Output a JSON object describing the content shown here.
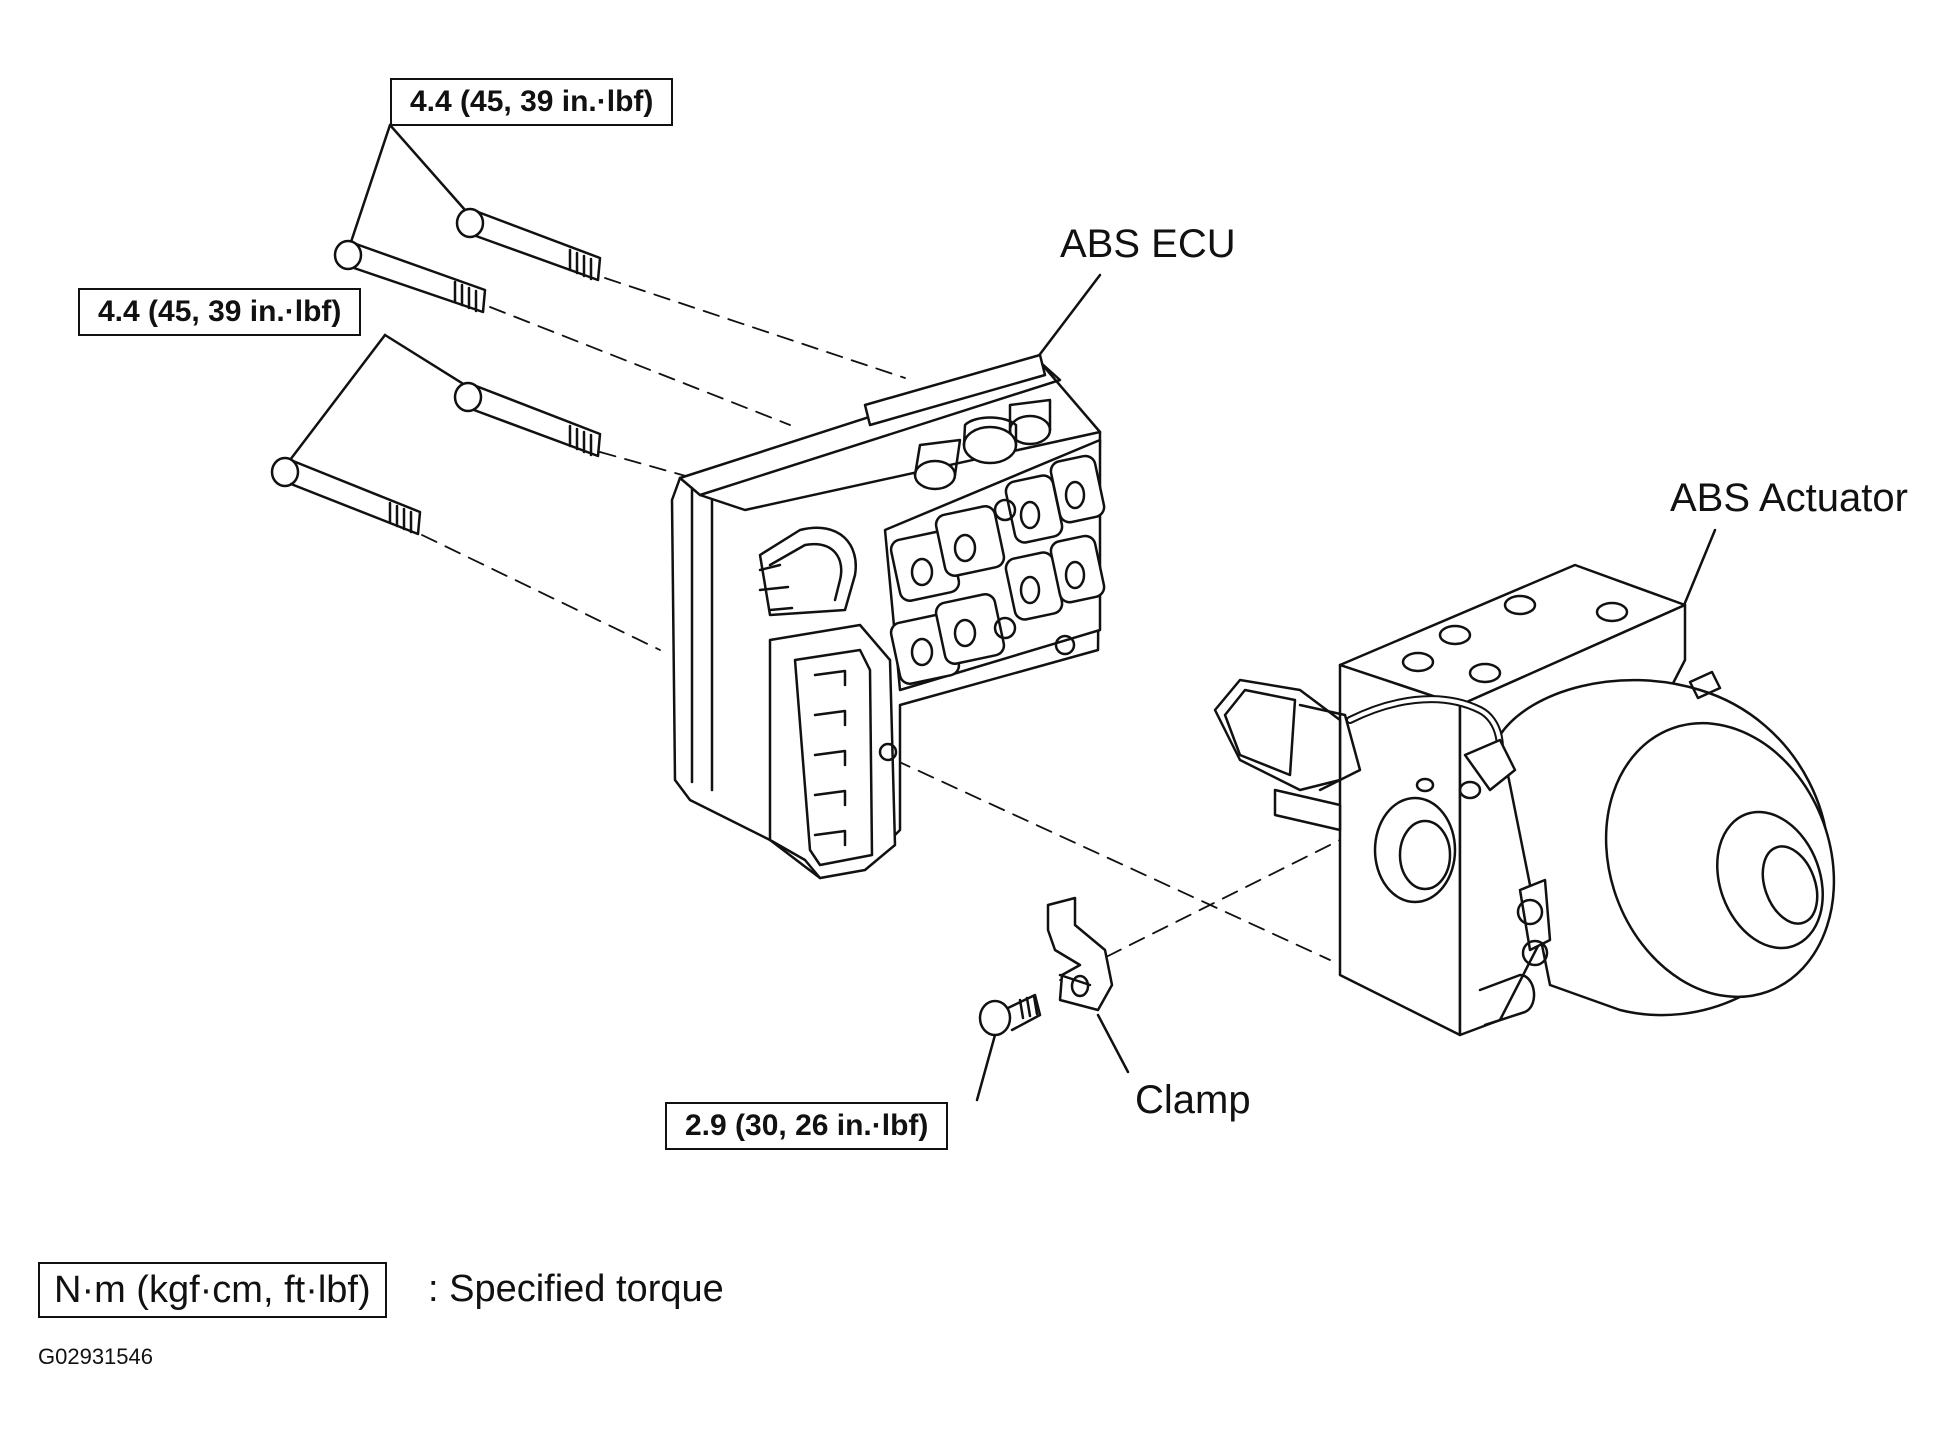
{
  "callouts": {
    "torque_top": "4.4 (45, 39 in.·lbf)",
    "torque_middle": "4.4 (45, 39 in.·lbf)",
    "torque_clamp": "2.9 (30, 26 in.·lbf)"
  },
  "labels": {
    "abs_ecu": "ABS ECU",
    "abs_actuator": "ABS Actuator",
    "clamp": "Clamp"
  },
  "legend": {
    "unit_box": "N·m (kgf·cm, ft·lbf)",
    "description": ": Specified torque"
  },
  "figure_id": "G02931546",
  "colors": {
    "ink": "#111111",
    "background": "#ffffff"
  }
}
